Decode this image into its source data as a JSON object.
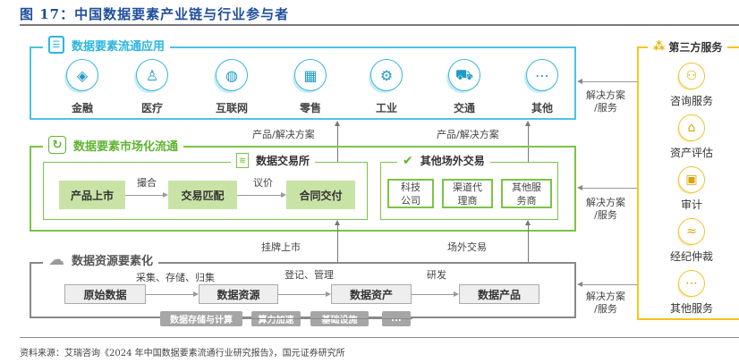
{
  "figure_title": "图 17：中国数据要素产业链与行业参与者",
  "application": {
    "title": "数据要素流通应用",
    "items": [
      "金融",
      "医疗",
      "互联网",
      "零售",
      "工业",
      "交通",
      "其他"
    ]
  },
  "up_labels_top": [
    "产品/解决方案",
    "产品/解决方案"
  ],
  "market": {
    "title": "数据要素市场化流通",
    "exchange": {
      "title": "数据交易所",
      "steps": [
        "产品上市",
        "交易匹配",
        "合同交付"
      ],
      "arrows": [
        "撮合",
        "议价"
      ]
    },
    "otc": {
      "title": "其他场外交易",
      "items": [
        "科技\n公司",
        "渠道代\n理商",
        "其他服\n务商"
      ]
    }
  },
  "up_labels_mid": [
    "挂牌上市",
    "场外交易"
  ],
  "resource": {
    "title": "数据资源要素化",
    "steps": [
      "原始数据",
      "数据资源",
      "数据资产",
      "数据产品"
    ],
    "arrows": [
      "采集、存储、归集",
      "登记、管理",
      "研发"
    ],
    "infra": [
      "数据存储与计算",
      "算力加速",
      "基础设施",
      "..."
    ]
  },
  "third_party": {
    "title": "第三方服务",
    "items": [
      "咨询服务",
      "资产评估",
      "审计",
      "经纪仲裁",
      "其他服务"
    ]
  },
  "solution_label": "解决方案\n/服务",
  "source": "资料来源：艾瑞咨询《2024 年中国数据要素流通行业研究报告》，国元证券研究所",
  "colors": {
    "cyan": "#4cc3e6",
    "green": "#7dc346",
    "gray": "#888888",
    "yellow": "#f5c518",
    "title": "#1f4e9c"
  }
}
